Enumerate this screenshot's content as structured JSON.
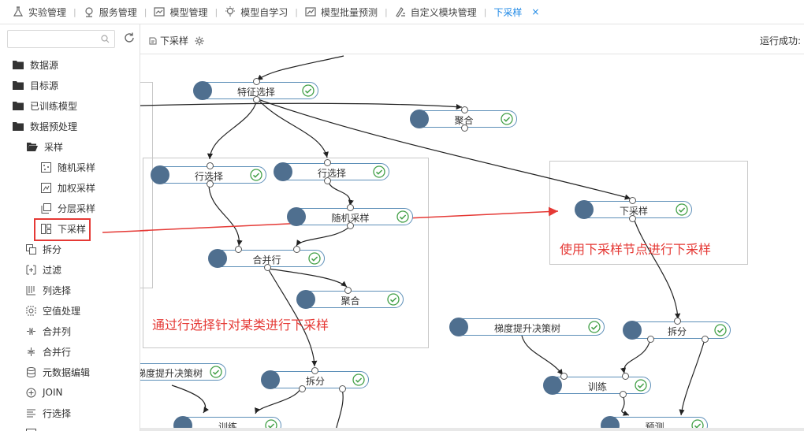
{
  "tabs": [
    {
      "label": "实验管理",
      "icon": "flask-icon"
    },
    {
      "label": "服务管理",
      "icon": "service-icon"
    },
    {
      "label": "模型管理",
      "icon": "model-icon"
    },
    {
      "label": "模型自学习",
      "icon": "bulb-icon"
    },
    {
      "label": "模型批量预测",
      "icon": "chart-icon"
    },
    {
      "label": "自定义模块管理",
      "icon": "custom-module-icon"
    },
    {
      "label": "下采样",
      "active": true,
      "close": "×"
    }
  ],
  "sidebar": {
    "search": {
      "value": "",
      "placeholder": ""
    },
    "tree": [
      {
        "label": "数据源",
        "level": 0,
        "icon": "folder-icon"
      },
      {
        "label": "目标源",
        "level": 0,
        "icon": "folder-icon"
      },
      {
        "label": "已训练模型",
        "level": 0,
        "icon": "folder-icon"
      },
      {
        "label": "数据预处理",
        "level": 0,
        "icon": "folder-icon"
      },
      {
        "label": "采样",
        "level": 1,
        "icon": "folder-open-icon"
      },
      {
        "label": "随机采样",
        "level": 2,
        "icon": "random-sample-icon"
      },
      {
        "label": "加权采样",
        "level": 2,
        "icon": "weighted-sample-icon"
      },
      {
        "label": "分层采样",
        "level": 2,
        "icon": "stratified-sample-icon"
      },
      {
        "label": "下采样",
        "level": 2,
        "icon": "downsample-icon"
      },
      {
        "label": "拆分",
        "level": 1,
        "icon": "split-icon"
      },
      {
        "label": "过滤",
        "level": 1,
        "icon": "filter-icon"
      },
      {
        "label": "列选择",
        "level": 1,
        "icon": "column-select-icon"
      },
      {
        "label": "空值处理",
        "level": 1,
        "icon": "null-handle-icon"
      },
      {
        "label": "合并列",
        "level": 1,
        "icon": "merge-column-icon"
      },
      {
        "label": "合并行",
        "level": 1,
        "icon": "merge-row-icon"
      },
      {
        "label": "元数据编辑",
        "level": 1,
        "icon": "metadata-icon"
      },
      {
        "label": "JOIN",
        "level": 1,
        "icon": "join-icon"
      },
      {
        "label": "行选择",
        "level": 1,
        "icon": "row-select-icon"
      },
      {
        "label": "",
        "level": 1,
        "icon": "more-icon"
      }
    ]
  },
  "canvas_header": {
    "title": "下采样",
    "status": "运行成功:"
  },
  "nodes": [
    {
      "id": "feature",
      "label": "特征选择"
    },
    {
      "id": "agg1",
      "label": "聚合"
    },
    {
      "id": "rowsel1",
      "label": "行选择"
    },
    {
      "id": "rowsel2",
      "label": "行选择"
    },
    {
      "id": "random",
      "label": "随机采样"
    },
    {
      "id": "mergerow",
      "label": "合并行"
    },
    {
      "id": "agg2",
      "label": "聚合"
    },
    {
      "id": "downsample",
      "label": "下采样"
    },
    {
      "id": "gbdt1",
      "label": "梯度提升决策树"
    },
    {
      "id": "split1",
      "label": "拆分"
    },
    {
      "id": "train1",
      "label": "训练"
    },
    {
      "id": "gbdt2",
      "label": "梯度提升决策树"
    },
    {
      "id": "split2",
      "label": "拆分"
    },
    {
      "id": "train2",
      "label": "训练"
    },
    {
      "id": "predict",
      "label": "预测"
    }
  ],
  "annotations": {
    "left": "通过行选择针对某类进行下采样",
    "right": "使用下采样节点进行下采样"
  },
  "colors": {
    "accent": "#1e88e5",
    "annotation": "#e53935",
    "node_icon": "#4f6f8f",
    "node_border": "#5d8fb8",
    "check": "#43a047"
  }
}
